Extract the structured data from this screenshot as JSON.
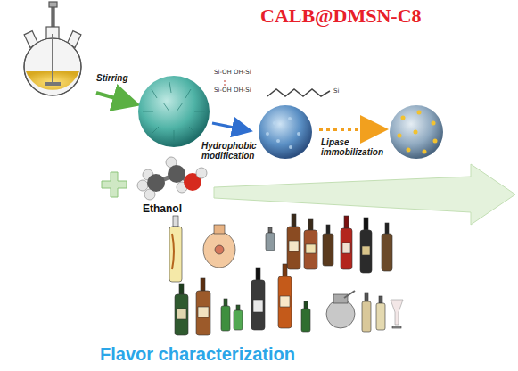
{
  "diagram": {
    "title": "CALB@DMSN-C8",
    "caption": "Flavor characterization",
    "labels": [
      "Stirring",
      "Si-OH",
      "OH-Si",
      "Si-OH",
      "OH-Si",
      "Si",
      "Hydrophobic modification",
      "Lipase immobilization",
      "Ethanol"
    ]
  }
}
